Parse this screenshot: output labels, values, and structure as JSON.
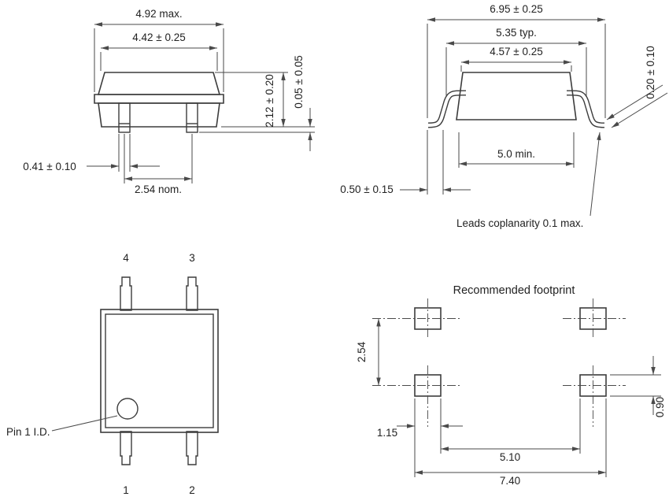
{
  "front_view": {
    "overall_width": "4.92 max.",
    "body_width": "4.42 ± 0.25",
    "body_height": "2.12 ± 0.20",
    "standoff": "0.05 ± 0.05",
    "lead_width": "0.41 ± 0.10",
    "lead_pitch": "2.54 nom."
  },
  "side_view": {
    "overall_width": "6.95 ± 0.25",
    "shoulder_width": "5.35 typ.",
    "body_width": "4.57 ± 0.25",
    "lead_thickness": "0.20 ± 0.10",
    "inner_span": "5.0 min.",
    "foot_length": "0.50 ± 0.15",
    "coplanarity_note": "Leads coplanarity 0.1 max."
  },
  "top_view": {
    "pin_labels": {
      "pin1": "1",
      "pin2": "2",
      "pin3": "3",
      "pin4": "4"
    },
    "pin1_id_label": "Pin 1 I.D."
  },
  "footprint": {
    "title": "Recommended footprint",
    "row_pitch": "2.54",
    "pad_width": "1.15",
    "inner_span": "5.10",
    "outer_span": "7.40",
    "pad_height": "0.90"
  },
  "colors": {
    "ink": "#3c3c3c",
    "text": "#222222",
    "background": "#ffffff"
  }
}
